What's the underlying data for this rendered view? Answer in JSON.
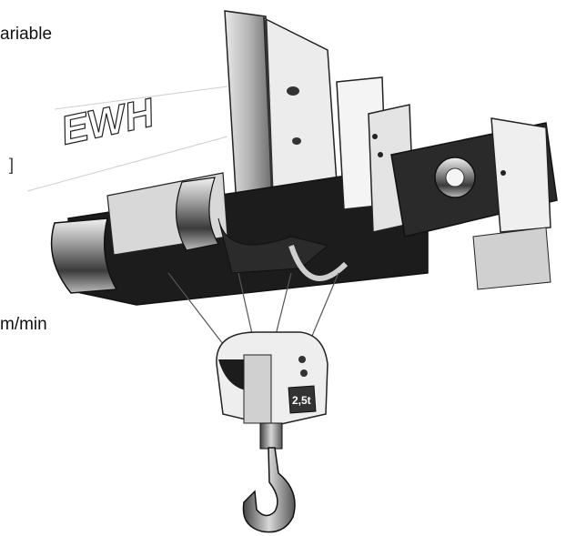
{
  "texts": {
    "top_fragment": "ariable",
    "mid_fragment": "m/min",
    "left_mark": "]"
  },
  "illustration": {
    "logo_text": "EWH",
    "hook_plate_text": "2,5t"
  },
  "colors": {
    "background": "#ffffff",
    "ink": "#111111",
    "dark_body": "#1c1c1c",
    "mid_gray": "#8a8a8a",
    "light_gray": "#d6d6d6"
  }
}
